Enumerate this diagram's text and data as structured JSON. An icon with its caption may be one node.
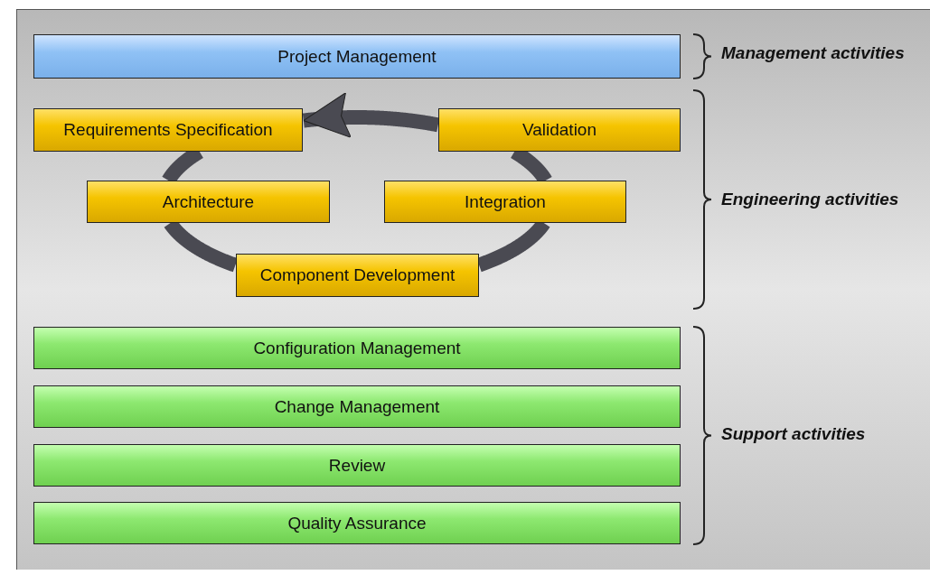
{
  "diagram": {
    "nodes": [
      {
        "text": [
          "Project Management"
        ]
      },
      {
        "text": [
          "Requirements Specification"
        ]
      },
      {
        "text": [
          "Validation"
        ]
      },
      {
        "text": [
          "Architecture"
        ]
      },
      {
        "text": [
          "Integration"
        ]
      },
      {
        "text": [
          "Component Development"
        ]
      },
      {
        "text": [
          "Configuration Management"
        ]
      },
      {
        "text": [
          "Change Management"
        ]
      },
      {
        "text": [
          "Review"
        ]
      },
      {
        "text": [
          "Quality Assurance"
        ]
      }
    ],
    "edges": [
      {
        "from": 1,
        "to": 3,
        "arrow": "none"
      },
      {
        "from": 3,
        "to": 5,
        "arrow": "none"
      },
      {
        "from": 5,
        "to": 4,
        "arrow": "none"
      },
      {
        "from": 4,
        "to": 2,
        "arrow": "none"
      },
      {
        "from": 2,
        "to": 1,
        "arrow": "to"
      }
    ],
    "labels": [
      "Management activities",
      "Engineering activities",
      "Support activities"
    ]
  }
}
